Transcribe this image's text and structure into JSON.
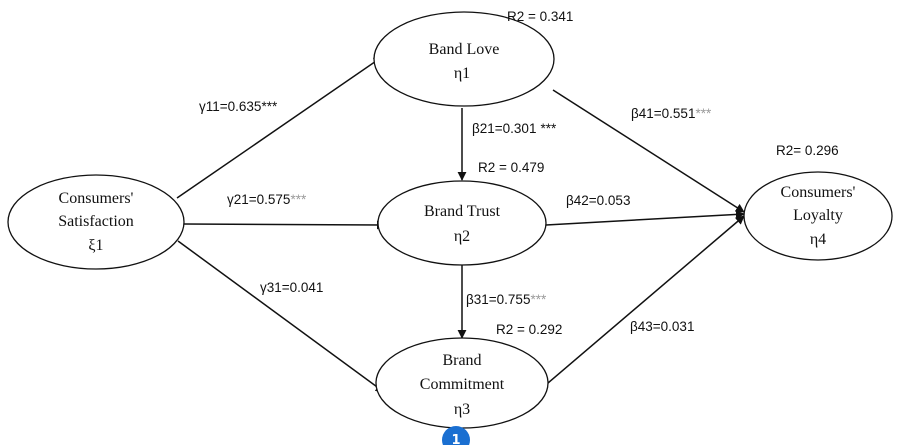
{
  "nodes": {
    "satisfaction": {
      "line1": "Consumers'",
      "line2": "Satisfaction",
      "symbol": "ξ1"
    },
    "love": {
      "line1": "Band Love",
      "symbol": "η1"
    },
    "trust": {
      "line1": "Brand Trust",
      "symbol": "η2"
    },
    "commitment": {
      "line1": "Brand",
      "line2": "Commitment",
      "symbol": "η3"
    },
    "loyalty": {
      "line1": "Consumers'",
      "line2": "Loyalty",
      "symbol": "η4"
    }
  },
  "r_squared": {
    "love": "R2 = 0.341",
    "trust": "R2 = 0.479",
    "commitment": "R2 = 0.292",
    "loyalty": "R2= 0.296"
  },
  "paths": {
    "g11": {
      "value": "γ11=0.635",
      "sig": "***"
    },
    "g21": {
      "value": "γ21=0.575",
      "sig": "***"
    },
    "g31": {
      "value": "γ31=0.041",
      "sig": ""
    },
    "b21": {
      "value": "β21=0.301",
      "sig": "***"
    },
    "b31": {
      "value": "β31=0.755",
      "sig": "***"
    },
    "b41": {
      "value": "β41=0.551",
      "sig": "***"
    },
    "b42": {
      "value": "β42=0.053",
      "sig": ""
    },
    "b43": {
      "value": "β43=0.031",
      "sig": ""
    }
  },
  "badge": {
    "label": "1"
  },
  "colors": {
    "line": "#111111",
    "significance": "#9a9a9a",
    "badge": "#1a6fd1"
  }
}
